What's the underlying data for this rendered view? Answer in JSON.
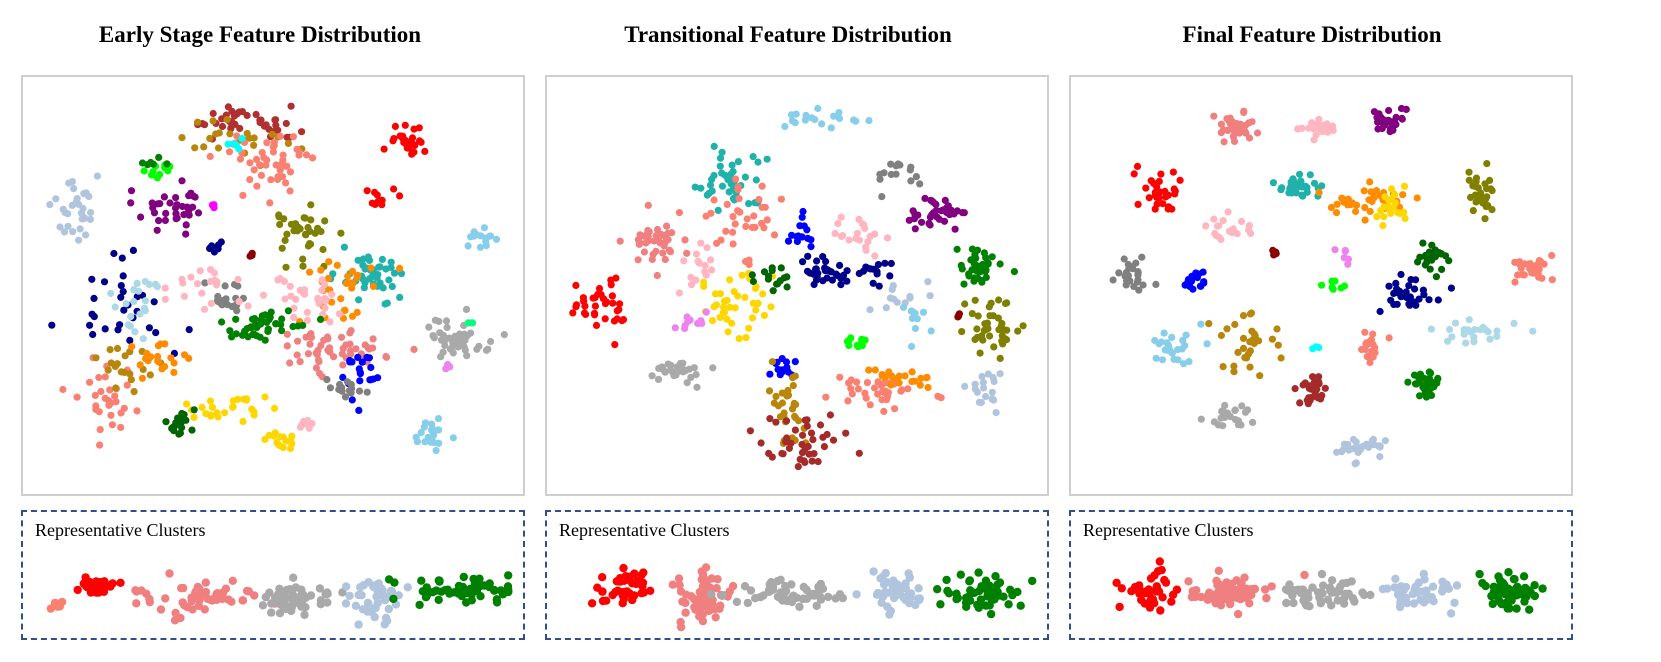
{
  "chart_data": [
    {
      "type": "scatter",
      "title": "Early Stage Feature Distribution",
      "subtitle": "Representative Clusters",
      "xlim": [
        0,
        100
      ],
      "ylim": [
        0,
        100
      ],
      "grid": false,
      "clusters": [
        {
          "color": "#b03030",
          "x": 44,
          "y": 92,
          "n": 40,
          "sx": 6,
          "sy": 2
        },
        {
          "color": "#b8860b",
          "x": 42,
          "y": 88,
          "n": 25,
          "sx": 6,
          "sy": 3
        },
        {
          "color": "#ff0000",
          "x": 79,
          "y": 87,
          "n": 25,
          "sx": 2.5,
          "sy": 2
        },
        {
          "color": "#ff0000",
          "x": 73,
          "y": 72,
          "n": 12,
          "sx": 1.5,
          "sy": 1.2
        },
        {
          "color": "#fa8072",
          "x": 49,
          "y": 82,
          "n": 45,
          "sx": 5,
          "sy": 4
        },
        {
          "color": "#00ff00",
          "x": 26,
          "y": 80,
          "n": 10,
          "sx": 1.2,
          "sy": 1.5
        },
        {
          "color": "#008000",
          "x": 25,
          "y": 82,
          "n": 6,
          "sx": 1.2,
          "sy": 0.8
        },
        {
          "color": "#b0c4de",
          "x": 8,
          "y": 69,
          "n": 30,
          "sx": 2.5,
          "sy": 4
        },
        {
          "color": "#800080",
          "x": 29,
          "y": 70,
          "n": 35,
          "sx": 4,
          "sy": 3
        },
        {
          "color": "#808000",
          "x": 56,
          "y": 65,
          "n": 35,
          "sx": 3,
          "sy": 4
        },
        {
          "color": "#00ffff",
          "x": 42,
          "y": 86,
          "n": 5,
          "sx": 1.2,
          "sy": 0.8
        },
        {
          "color": "#87ceeb",
          "x": 94,
          "y": 62,
          "n": 14,
          "sx": 1.5,
          "sy": 1.5
        },
        {
          "color": "#20b2aa",
          "x": 70,
          "y": 53,
          "n": 45,
          "sx": 3.5,
          "sy": 3.5
        },
        {
          "color": "#ff8c00",
          "x": 64,
          "y": 48,
          "n": 30,
          "sx": 4,
          "sy": 5
        },
        {
          "color": "#ffb6c1",
          "x": 57,
          "y": 47,
          "n": 30,
          "sx": 5,
          "sy": 3
        },
        {
          "color": "#808080",
          "x": 40,
          "y": 47,
          "n": 18,
          "sx": 2,
          "sy": 2
        },
        {
          "color": "#00008b",
          "x": 18,
          "y": 45,
          "n": 30,
          "sx": 6,
          "sy": 7
        },
        {
          "color": "#add8e6",
          "x": 22,
          "y": 44,
          "n": 20,
          "sx": 3,
          "sy": 4
        },
        {
          "color": "#ffb6c1",
          "x": 36,
          "y": 50,
          "n": 20,
          "sx": 4,
          "sy": 3
        },
        {
          "color": "#008000",
          "x": 48,
          "y": 40,
          "n": 45,
          "sx": 4,
          "sy": 2
        },
        {
          "color": "#f08080",
          "x": 62,
          "y": 34,
          "n": 50,
          "sx": 6,
          "sy": 3
        },
        {
          "color": "#0000ff",
          "x": 69,
          "y": 28,
          "n": 20,
          "sx": 2,
          "sy": 3
        },
        {
          "color": "#a9a9a9",
          "x": 89,
          "y": 36,
          "n": 45,
          "sx": 3,
          "sy": 2.5
        },
        {
          "color": "#00ff7f",
          "x": 92,
          "y": 40,
          "n": 3,
          "sx": 0.5,
          "sy": 0.5
        },
        {
          "color": "#ee82ee",
          "x": 87,
          "y": 29,
          "n": 4,
          "sx": 0.5,
          "sy": 0.5
        },
        {
          "color": "#808080",
          "x": 65,
          "y": 23,
          "n": 15,
          "sx": 2,
          "sy": 1.5
        },
        {
          "color": "#fa8072",
          "x": 14,
          "y": 22,
          "n": 30,
          "sx": 3,
          "sy": 5
        },
        {
          "color": "#b8860b",
          "x": 18,
          "y": 28,
          "n": 20,
          "sx": 4,
          "sy": 3
        },
        {
          "color": "#ff8c00",
          "x": 27,
          "y": 30,
          "n": 20,
          "sx": 3,
          "sy": 3
        },
        {
          "color": "#ffd700",
          "x": 40,
          "y": 19,
          "n": 25,
          "sx": 4,
          "sy": 2
        },
        {
          "color": "#006400",
          "x": 30,
          "y": 15,
          "n": 18,
          "sx": 2,
          "sy": 2
        },
        {
          "color": "#ffd700",
          "x": 52,
          "y": 10,
          "n": 15,
          "sx": 1.5,
          "sy": 1.5
        },
        {
          "color": "#ffb6c1",
          "x": 57,
          "y": 14,
          "n": 8,
          "sx": 1.2,
          "sy": 0.8
        },
        {
          "color": "#87ceeb",
          "x": 83,
          "y": 12,
          "n": 20,
          "sx": 2,
          "sy": 2
        },
        {
          "color": "#8b0000",
          "x": 45,
          "y": 58,
          "n": 5,
          "sx": 0.5,
          "sy": 0.8
        },
        {
          "color": "#ff00ff",
          "x": 38,
          "y": 70,
          "n": 3,
          "sx": 0.5,
          "sy": 0.5
        },
        {
          "color": "#00008b",
          "x": 38,
          "y": 60,
          "n": 8,
          "sx": 1,
          "sy": 1.5
        }
      ],
      "representative": [
        {
          "color": "#ff0000",
          "x": 14,
          "y": 55,
          "n": 40,
          "sx": 2,
          "sy": 5
        },
        {
          "color": "#fa8072",
          "x": 4,
          "y": 30,
          "n": 6,
          "sx": 1,
          "sy": 3
        },
        {
          "color": "#f08080",
          "x": 34,
          "y": 38,
          "n": 55,
          "sx": 7,
          "sy": 10
        },
        {
          "color": "#a9a9a9",
          "x": 54,
          "y": 38,
          "n": 55,
          "sx": 4,
          "sy": 9
        },
        {
          "color": "#b0c4de",
          "x": 72,
          "y": 38,
          "n": 45,
          "sx": 3,
          "sy": 14
        },
        {
          "color": "#008000",
          "x": 89,
          "y": 48,
          "n": 60,
          "sx": 6,
          "sy": 8
        }
      ]
    },
    {
      "type": "scatter",
      "title": "Transitional Feature Distribution",
      "subtitle": "Representative Clusters",
      "xlim": [
        0,
        100
      ],
      "ylim": [
        0,
        100
      ],
      "grid": false,
      "clusters": [
        {
          "color": "#87ceeb",
          "x": 51,
          "y": 93,
          "n": 18,
          "sx": 5,
          "sy": 1.5
        },
        {
          "color": "#20b2aa",
          "x": 36,
          "y": 77,
          "n": 40,
          "sx": 4,
          "sy": 3
        },
        {
          "color": "#fa8072",
          "x": 38,
          "y": 68,
          "n": 35,
          "sx": 4,
          "sy": 6
        },
        {
          "color": "#808080",
          "x": 70,
          "y": 78,
          "n": 15,
          "sx": 2,
          "sy": 1.5
        },
        {
          "color": "#800080",
          "x": 81,
          "y": 69,
          "n": 35,
          "sx": 3.5,
          "sy": 2
        },
        {
          "color": "#f08080",
          "x": 20,
          "y": 61,
          "n": 40,
          "sx": 2.5,
          "sy": 3
        },
        {
          "color": "#ff0000",
          "x": 8,
          "y": 45,
          "n": 35,
          "sx": 3.5,
          "sy": 3
        },
        {
          "color": "#0000ff",
          "x": 51,
          "y": 63,
          "n": 15,
          "sx": 1.5,
          "sy": 2
        },
        {
          "color": "#ffb6c1",
          "x": 63,
          "y": 62,
          "n": 20,
          "sx": 3,
          "sy": 2
        },
        {
          "color": "#008000",
          "x": 89,
          "y": 55,
          "n": 40,
          "sx": 2.5,
          "sy": 2.5
        },
        {
          "color": "#00008b",
          "x": 56,
          "y": 53,
          "n": 30,
          "sx": 2,
          "sy": 2
        },
        {
          "color": "#ffd700",
          "x": 38,
          "y": 45,
          "n": 40,
          "sx": 4,
          "sy": 5
        },
        {
          "color": "#006400",
          "x": 45,
          "y": 52,
          "n": 15,
          "sx": 2,
          "sy": 2
        },
        {
          "color": "#ffb6c1",
          "x": 29,
          "y": 55,
          "n": 15,
          "sx": 2,
          "sy": 3
        },
        {
          "color": "#00008b",
          "x": 67,
          "y": 53,
          "n": 15,
          "sx": 3,
          "sy": 2
        },
        {
          "color": "#808000",
          "x": 92,
          "y": 40,
          "n": 40,
          "sx": 3,
          "sy": 3.5
        },
        {
          "color": "#b0c4de",
          "x": 72,
          "y": 47,
          "n": 12,
          "sx": 3,
          "sy": 2
        },
        {
          "color": "#00ff00",
          "x": 63,
          "y": 36,
          "n": 10,
          "sx": 1.5,
          "sy": 1
        },
        {
          "color": "#a9a9a9",
          "x": 25,
          "y": 28,
          "n": 30,
          "sx": 3,
          "sy": 2
        },
        {
          "color": "#0000ff",
          "x": 48,
          "y": 29,
          "n": 15,
          "sx": 2.5,
          "sy": 1.5
        },
        {
          "color": "#b8860b",
          "x": 49,
          "y": 19,
          "n": 30,
          "sx": 2,
          "sy": 5
        },
        {
          "color": "#a52a2a",
          "x": 52,
          "y": 9,
          "n": 40,
          "sx": 4,
          "sy": 3
        },
        {
          "color": "#fa8072",
          "x": 67,
          "y": 23,
          "n": 35,
          "sx": 5,
          "sy": 2
        },
        {
          "color": "#ff8c00",
          "x": 71,
          "y": 26,
          "n": 20,
          "sx": 4,
          "sy": 1.5
        },
        {
          "color": "#b0c4de",
          "x": 90,
          "y": 23,
          "n": 18,
          "sx": 2,
          "sy": 2.5
        },
        {
          "color": "#87ceeb",
          "x": 75,
          "y": 42,
          "n": 10,
          "sx": 1.5,
          "sy": 3
        },
        {
          "color": "#8b0000",
          "x": 84,
          "y": 42,
          "n": 4,
          "sx": 0.5,
          "sy": 0.5
        },
        {
          "color": "#ee82ee",
          "x": 28,
          "y": 41,
          "n": 10,
          "sx": 3,
          "sy": 1
        }
      ],
      "representative": [
        {
          "color": "#ff0000",
          "x": 14,
          "y": 50,
          "n": 40,
          "sx": 3,
          "sy": 10
        },
        {
          "color": "#f08080",
          "x": 30,
          "y": 45,
          "n": 65,
          "sx": 3,
          "sy": 14
        },
        {
          "color": "#a9a9a9",
          "x": 49,
          "y": 45,
          "n": 55,
          "sx": 5,
          "sy": 8
        },
        {
          "color": "#b0c4de",
          "x": 70,
          "y": 45,
          "n": 45,
          "sx": 3,
          "sy": 14
        },
        {
          "color": "#008000",
          "x": 89,
          "y": 45,
          "n": 60,
          "sx": 4,
          "sy": 11
        }
      ]
    },
    {
      "type": "scatter",
      "title": "Final Feature Distribution",
      "subtitle": "Representative Clusters",
      "xlim": [
        0,
        100
      ],
      "ylim": [
        0,
        100
      ],
      "grid": false,
      "clusters": [
        {
          "color": "#f08080",
          "x": 32,
          "y": 91,
          "n": 35,
          "sx": 2,
          "sy": 2
        },
        {
          "color": "#ffb6c1",
          "x": 50,
          "y": 91,
          "n": 25,
          "sx": 2.5,
          "sy": 1.5
        },
        {
          "color": "#800080",
          "x": 64,
          "y": 92,
          "n": 30,
          "sx": 2,
          "sy": 1.5
        },
        {
          "color": "#ff0000",
          "x": 16,
          "y": 74,
          "n": 30,
          "sx": 2,
          "sy": 3
        },
        {
          "color": "#20b2aa",
          "x": 45,
          "y": 75,
          "n": 30,
          "sx": 3,
          "sy": 1.5
        },
        {
          "color": "#ff8c00",
          "x": 60,
          "y": 72,
          "n": 35,
          "sx": 5,
          "sy": 2
        },
        {
          "color": "#ffd700",
          "x": 65,
          "y": 70,
          "n": 20,
          "sx": 2,
          "sy": 2
        },
        {
          "color": "#808000",
          "x": 84,
          "y": 73,
          "n": 30,
          "sx": 1.5,
          "sy": 2.5
        },
        {
          "color": "#ffb6c1",
          "x": 30,
          "y": 65,
          "n": 20,
          "sx": 2.5,
          "sy": 2
        },
        {
          "color": "#006400",
          "x": 74,
          "y": 57,
          "n": 25,
          "sx": 1.5,
          "sy": 2
        },
        {
          "color": "#808080",
          "x": 10,
          "y": 53,
          "n": 25,
          "sx": 2,
          "sy": 2.5
        },
        {
          "color": "#0000ff",
          "x": 23,
          "y": 51,
          "n": 18,
          "sx": 1.2,
          "sy": 1.5
        },
        {
          "color": "#fa8072",
          "x": 94,
          "y": 54,
          "n": 30,
          "sx": 2.5,
          "sy": 1.5
        },
        {
          "color": "#00008b",
          "x": 69,
          "y": 48,
          "n": 30,
          "sx": 2.5,
          "sy": 2.5
        },
        {
          "color": "#b8860b",
          "x": 36,
          "y": 37,
          "n": 30,
          "sx": 3,
          "sy": 5
        },
        {
          "color": "#add8e6",
          "x": 82,
          "y": 38,
          "n": 25,
          "sx": 3.5,
          "sy": 1.5
        },
        {
          "color": "#87ceeb",
          "x": 19,
          "y": 34,
          "n": 25,
          "sx": 3,
          "sy": 3
        },
        {
          "color": "#fa8072",
          "x": 60,
          "y": 34,
          "n": 20,
          "sx": 1.5,
          "sy": 2
        },
        {
          "color": "#a52a2a",
          "x": 48,
          "y": 23,
          "n": 30,
          "sx": 1.5,
          "sy": 2
        },
        {
          "color": "#008000",
          "x": 72,
          "y": 24,
          "n": 30,
          "sx": 1.5,
          "sy": 2
        },
        {
          "color": "#a9a9a9",
          "x": 31,
          "y": 16,
          "n": 25,
          "sx": 2,
          "sy": 2
        },
        {
          "color": "#b0c4de",
          "x": 59,
          "y": 8,
          "n": 25,
          "sx": 2.5,
          "sy": 1.5
        },
        {
          "color": "#8b0000",
          "x": 40,
          "y": 58,
          "n": 6,
          "sx": 0.6,
          "sy": 0.6
        },
        {
          "color": "#ee82ee",
          "x": 55,
          "y": 59,
          "n": 6,
          "sx": 1,
          "sy": 1.5
        },
        {
          "color": "#00ff00",
          "x": 53,
          "y": 51,
          "n": 8,
          "sx": 1,
          "sy": 1.5
        },
        {
          "color": "#00ffff",
          "x": 49,
          "y": 34,
          "n": 3,
          "sx": 0.5,
          "sy": 0.5
        }
      ],
      "representative": [
        {
          "color": "#ff0000",
          "x": 14,
          "y": 50,
          "n": 40,
          "sx": 3.5,
          "sy": 10
        },
        {
          "color": "#f08080",
          "x": 32,
          "y": 45,
          "n": 65,
          "sx": 4,
          "sy": 10
        },
        {
          "color": "#a9a9a9",
          "x": 50,
          "y": 45,
          "n": 55,
          "sx": 5,
          "sy": 8
        },
        {
          "color": "#b0c4de",
          "x": 69,
          "y": 45,
          "n": 45,
          "sx": 5,
          "sy": 8
        },
        {
          "color": "#008000",
          "x": 89,
          "y": 45,
          "n": 60,
          "sx": 3,
          "sy": 10
        }
      ]
    }
  ]
}
